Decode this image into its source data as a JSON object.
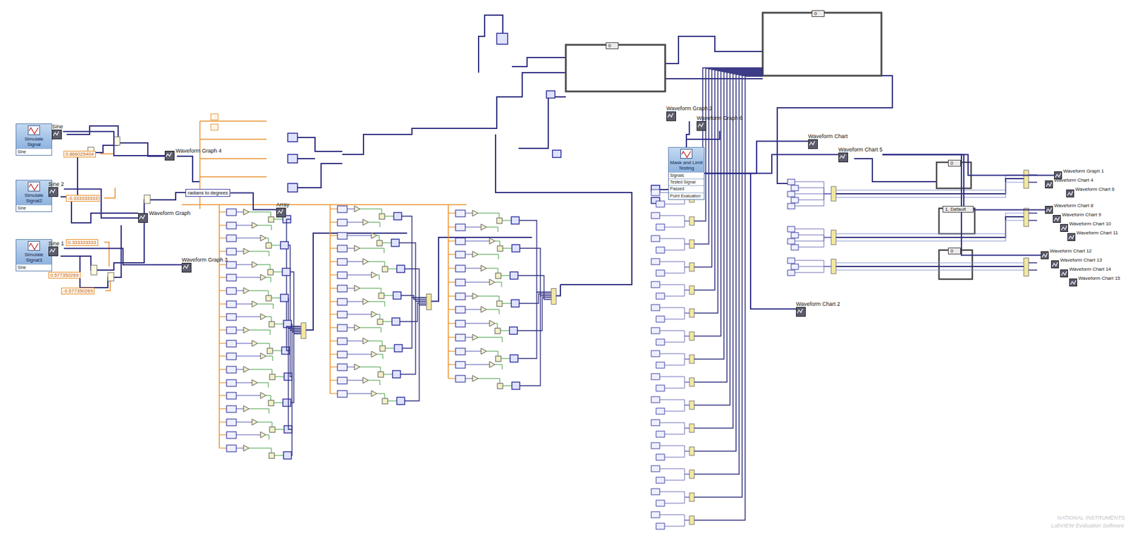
{
  "diagram": {
    "nodes": [
      {
        "text": [
          "Simulate Signal",
          "Sine"
        ]
      },
      {
        "text": [
          "Sine"
        ]
      },
      {
        "text": [
          "Simulate Signal2",
          "Sine"
        ]
      },
      {
        "text": [
          "Sine 2"
        ]
      },
      {
        "text": [
          "Simulate Signal3",
          "Sine"
        ]
      },
      {
        "text": [
          "Sine 1"
        ]
      },
      {
        "text": [
          "Waveform Graph 4"
        ]
      },
      {
        "text": [
          "Waveform Graph"
        ]
      },
      {
        "text": [
          "radians to degrees"
        ]
      },
      {
        "text": [
          "Waveform Graph 3"
        ]
      },
      {
        "text": [
          "Array"
        ]
      },
      {
        "text": [
          "Waveform Graph 2"
        ]
      },
      {
        "text": [
          "Waveform Graph 6"
        ]
      },
      {
        "text": [
          "Mask and Limit Testing",
          "Signals",
          "Tested Signal",
          "Passed",
          "Point Evaluation"
        ]
      },
      {
        "text": [
          "Waveform Chart"
        ]
      },
      {
        "text": [
          "Waveform Chart 5"
        ]
      },
      {
        "text": [
          "Waveform Chart 2"
        ]
      },
      {
        "text": [
          "Waveform Graph 1"
        ]
      },
      {
        "text": [
          "Waveform Chart 4"
        ]
      },
      {
        "text": [
          "Waveform Chart 6"
        ]
      },
      {
        "text": [
          "Waveform Chart 8"
        ]
      },
      {
        "text": [
          "Waveform Chart 9"
        ]
      },
      {
        "text": [
          "Waveform Chart 10"
        ]
      },
      {
        "text": [
          "Waveform Chart 11"
        ]
      },
      {
        "text": [
          "Waveform Chart 12"
        ]
      },
      {
        "text": [
          "Waveform Chart 13"
        ]
      },
      {
        "text": [
          "Waveform Chart 14"
        ]
      },
      {
        "text": [
          "Waveform Chart 15"
        ]
      }
    ],
    "edges": [
      {
        "from": 0,
        "to": 1,
        "arrow": "none"
      },
      {
        "from": 2,
        "to": 3,
        "arrow": "none"
      },
      {
        "from": 4,
        "to": 5,
        "arrow": "none"
      },
      {
        "from": 1,
        "to": 6,
        "arrow": "none"
      },
      {
        "from": 3,
        "to": 7,
        "arrow": "none"
      },
      {
        "from": 5,
        "to": 9,
        "arrow": "none"
      },
      {
        "from": 8,
        "to": 10,
        "arrow": "none"
      },
      {
        "from": 13,
        "to": 11,
        "arrow": "none"
      },
      {
        "from": 13,
        "to": 12,
        "arrow": "none"
      },
      {
        "from": 13,
        "to": 14,
        "arrow": "none"
      },
      {
        "from": 13,
        "to": 15,
        "arrow": "none"
      },
      {
        "from": 13,
        "to": 16,
        "arrow": "none"
      },
      {
        "from": 15,
        "to": 17,
        "arrow": "none"
      },
      {
        "from": 15,
        "to": 20,
        "arrow": "none"
      },
      {
        "from": 15,
        "to": 24,
        "arrow": "none"
      }
    ],
    "labels": [
      "0.866025404",
      "-0.333333333",
      "0.333333333",
      "0.577350269",
      "-0.577350269",
      "0",
      "0",
      "0",
      "1, Default",
      "0",
      "NATIONAL INSTRUMENTS",
      "LabVIEW Evaluation Software"
    ]
  }
}
